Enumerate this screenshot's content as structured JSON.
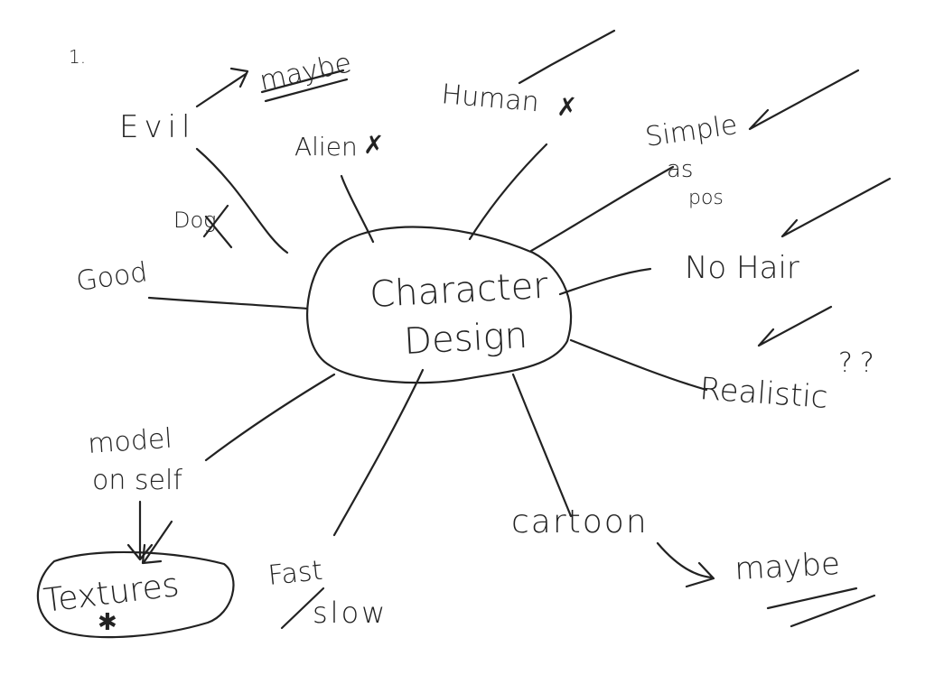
{
  "page_number": "1.",
  "center": {
    "line1": "Character",
    "line2": "Design"
  },
  "labels": {
    "maybe_top": "maybe",
    "evil": "Evil",
    "human": "Human",
    "human_mark": "✗",
    "alien": "Alien",
    "alien_mark": "✗",
    "simple_line1": "Simple",
    "simple_line2": "as",
    "simple_line3": "pos",
    "dog": "Dog",
    "good": "Good",
    "no_hair": "No Hair",
    "realistic": "Realistic",
    "realistic_marks": "??",
    "model_line1": "model",
    "model_line2": "on self",
    "textures": "Textures",
    "textures_mark": "✱",
    "fast": "Fast",
    "slow": "slow",
    "cartoon": "cartoon",
    "maybe_bottom": "maybe"
  },
  "colors": {
    "ink": "#222222",
    "paper": "#ffffff"
  }
}
